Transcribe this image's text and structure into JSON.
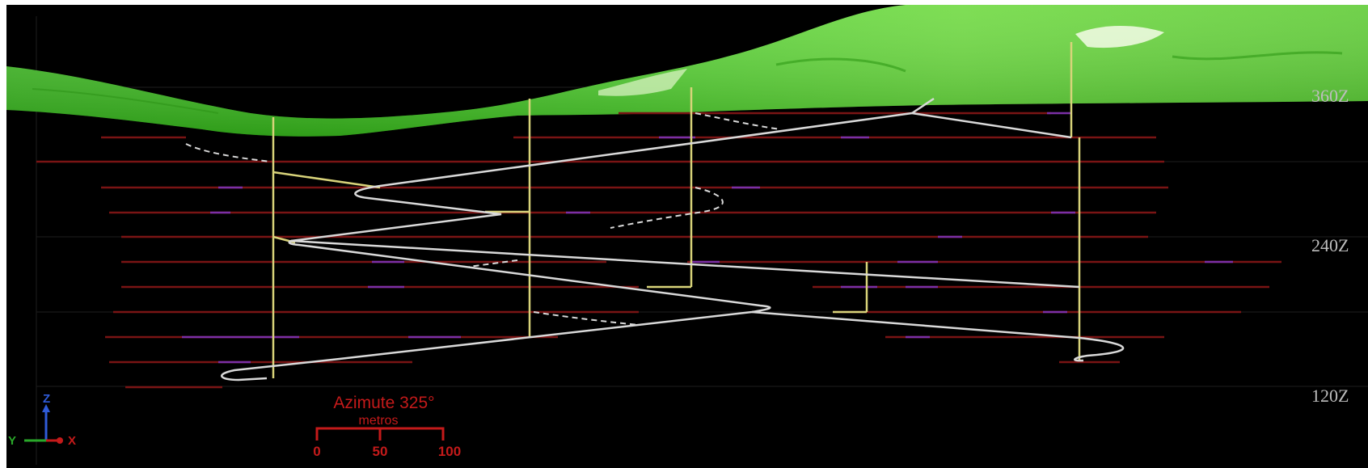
{
  "section": {
    "background": "#000000",
    "terrain_color": "#3fbf1f",
    "level_line_color": "#7a1414",
    "hole_color": "#d8d37a",
    "trace_color": "#d9d9d9",
    "elevation_labels": [
      "360Z",
      "240Z",
      "120Z"
    ]
  },
  "scale_bar": {
    "title": "Azimute 325°",
    "unit": "metros",
    "ticks": [
      "0",
      "50",
      "100"
    ],
    "color": "#c41a1a"
  },
  "axes": {
    "z_label": "Z",
    "y_label": "Y",
    "x_label": "X"
  }
}
